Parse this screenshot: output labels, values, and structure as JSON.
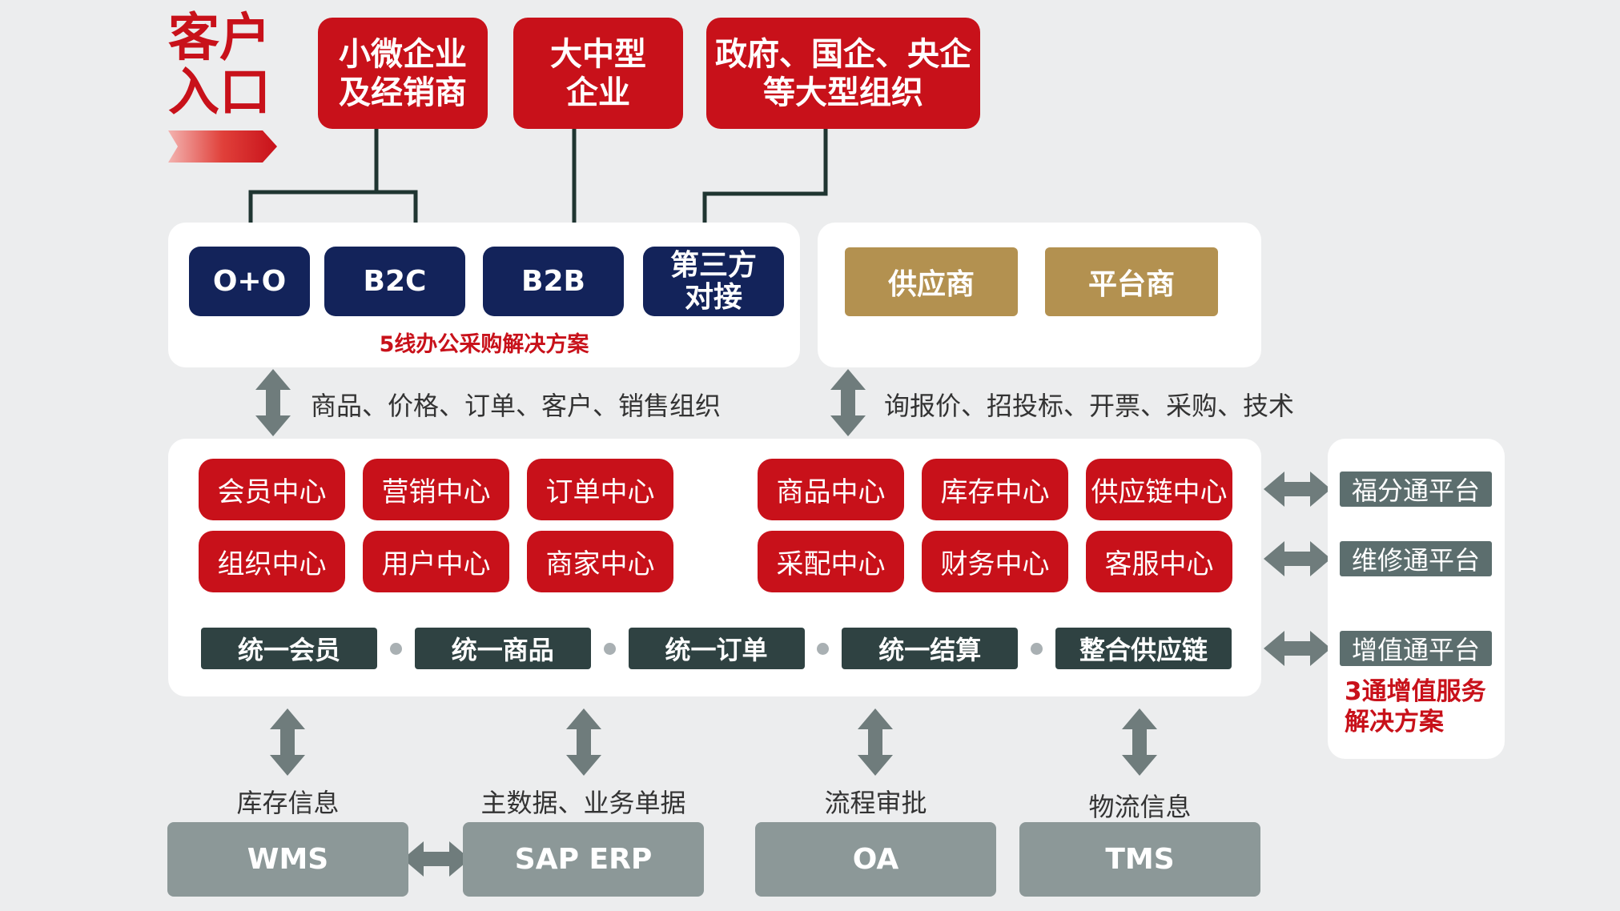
{
  "title": {
    "line1": "客户",
    "line2": "入口"
  },
  "customers": [
    {
      "label": "小微企业\n及经销商"
    },
    {
      "label": "大中型\n企业"
    },
    {
      "label": "政府、国企、央企\n等大型组织"
    }
  ],
  "channels": [
    {
      "label": "O+O"
    },
    {
      "label": "B2C"
    },
    {
      "label": "B2B"
    },
    {
      "label": "第三方\n对接"
    }
  ],
  "channel_caption": "5线办公采购解决方案",
  "partners": [
    {
      "label": "供应商"
    },
    {
      "label": "平台商"
    }
  ],
  "flow_labels": {
    "left": "商品、价格、订单、客户、销售组织",
    "right": "询报价、招投标、开票、采购、技术"
  },
  "centers_left": [
    "会员中心",
    "营销中心",
    "订单中心",
    "组织中心",
    "用户中心",
    "商家中心"
  ],
  "centers_right": [
    "商品中心",
    "库存中心",
    "供应链中心",
    "采配中心",
    "财务中心",
    "客服中心"
  ],
  "unified": [
    "统一会员",
    "统一商品",
    "统一订单",
    "统一结算",
    "整合供应链"
  ],
  "platforms": [
    "福分通平台",
    "维修通平台",
    "增值通平台"
  ],
  "platform_caption": "3通增值服务\n解决方案",
  "system_labels": [
    "库存信息",
    "主数据、业务单据",
    "流程审批",
    "物流信息"
  ],
  "systems": [
    "WMS",
    "SAP ERP",
    "OA",
    "TMS"
  ],
  "colors": {
    "brand_red": "#c8111a",
    "navy": "#13235a",
    "gold": "#b39150",
    "dark_slate": "#2f4242",
    "platform_gray": "#5c6e6e",
    "system_gray": "#8c9898",
    "arrow_gray": "#6f7c7c",
    "background": "#ecedee"
  }
}
